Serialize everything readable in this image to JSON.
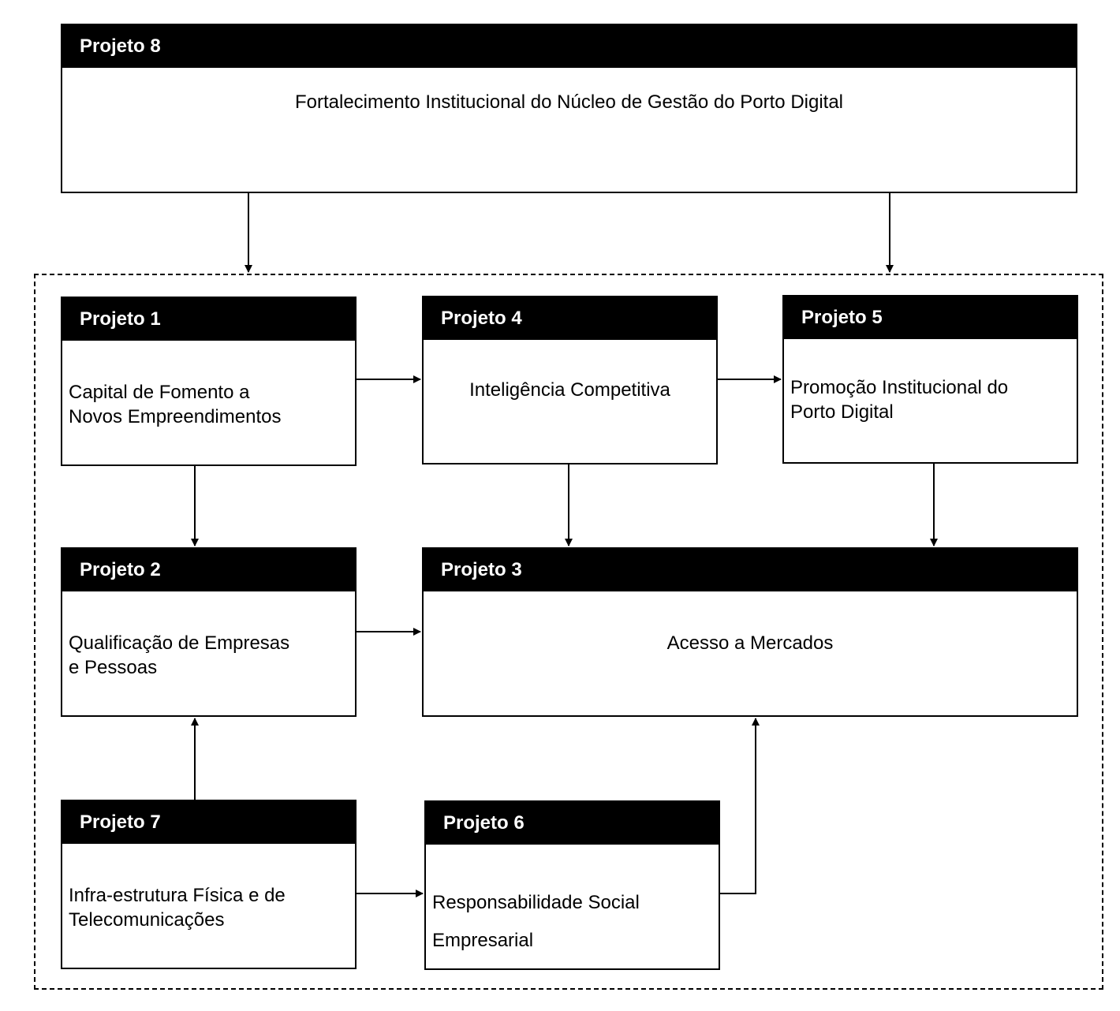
{
  "projects": {
    "p8": {
      "title": "Projeto 8",
      "line1": "Fortalecimento Institucional do Núcleo de Gestão do Porto Digital"
    },
    "p1": {
      "title": "Projeto 1",
      "line1": "Capital de Fomento a",
      "line2": "Novos Empreendimentos"
    },
    "p4": {
      "title": "Projeto 4",
      "line1": "Inteligência Competitiva"
    },
    "p5": {
      "title": "Projeto 5",
      "line1": "Promoção Institucional do",
      "line2": "Porto Digital"
    },
    "p2": {
      "title": "Projeto 2",
      "line1": "Qualificação de Empresas",
      "line2": "e Pessoas"
    },
    "p3": {
      "title": "Projeto 3",
      "line1": "Acesso a Mercados"
    },
    "p7": {
      "title": "Projeto 7",
      "line1": "Infra-estrutura Física e de",
      "line2": "Telecomunicações"
    },
    "p6": {
      "title": "Projeto 6",
      "line1": "Responsabilidade Social",
      "line2": "Empresarial"
    }
  },
  "connections": [
    {
      "from": "Projeto 8",
      "to": "Projetos 1-7 group"
    },
    {
      "from": "Projeto 8",
      "to": "Projetos 1-7 group"
    },
    {
      "from": "Projeto 1",
      "to": "Projeto 4"
    },
    {
      "from": "Projeto 4",
      "to": "Projeto 5"
    },
    {
      "from": "Projeto 1",
      "to": "Projeto 2"
    },
    {
      "from": "Projeto 4",
      "to": "Projeto 3"
    },
    {
      "from": "Projeto 5",
      "to": "Projeto 3"
    },
    {
      "from": "Projeto 2",
      "to": "Projeto 3"
    },
    {
      "from": "Projeto 7",
      "to": "Projeto 2"
    },
    {
      "from": "Projeto 7",
      "to": "Projeto 6"
    },
    {
      "from": "Projeto 6",
      "to": "Projeto 3"
    }
  ]
}
